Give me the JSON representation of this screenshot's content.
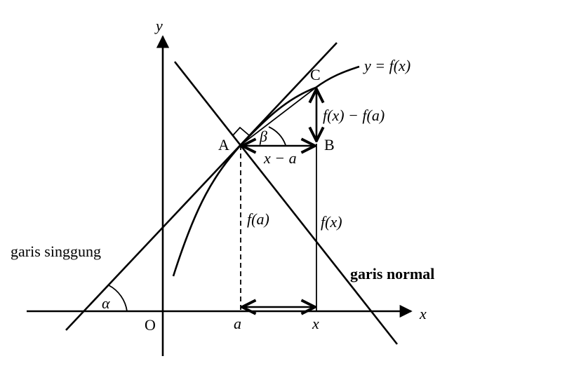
{
  "axes": {
    "x_label": "x",
    "y_label": "y",
    "origin_label": "O"
  },
  "points": {
    "A": "A",
    "B": "B",
    "C": "C"
  },
  "curve_label": "y = f(x)",
  "labels": {
    "tangent_line": "garis singgung",
    "normal_line": "garis normal",
    "x_minus_a": "x − a",
    "fx_minus_fa": "f(x) − f(a)",
    "fa": "f(a)",
    "fx": "f(x)",
    "tick_a": "a",
    "tick_x": "x",
    "alpha": "α",
    "beta": "β"
  }
}
